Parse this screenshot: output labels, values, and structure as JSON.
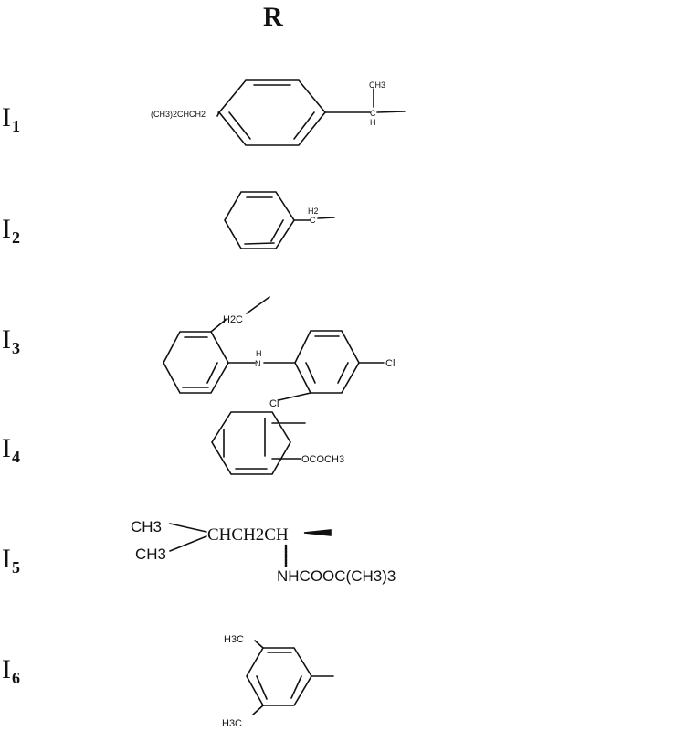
{
  "header": {
    "title": "R"
  },
  "rows": [
    {
      "id": "I",
      "sub": "1",
      "substituent": {
        "left_label": "(CH3)2CHCH2",
        "right_top": "CH3",
        "right_mid": "C",
        "right_bottom": "H"
      }
    },
    {
      "id": "I",
      "sub": "2",
      "substituent": {
        "ch2_label": "H2",
        "c_label": "C"
      }
    },
    {
      "id": "I",
      "sub": "3",
      "substituent": {
        "ch2_label": "H2C",
        "nh_label": "H",
        "n_label": "N",
        "cl_para": "Cl",
        "cl_ortho": "Cl"
      }
    },
    {
      "id": "I",
      "sub": "4",
      "substituent": {
        "ester_label": "OCOCH3"
      }
    },
    {
      "id": "I",
      "sub": "5",
      "substituent": {
        "methyl_top": "CH3",
        "methyl_bottom": "CH3",
        "chain": "CHCH2CH",
        "amide": "NHCOOC(CH3)3"
      }
    },
    {
      "id": "I",
      "sub": "6",
      "substituent": {
        "methyl_top": "H3C",
        "methyl_bottom": "H3C"
      }
    }
  ]
}
